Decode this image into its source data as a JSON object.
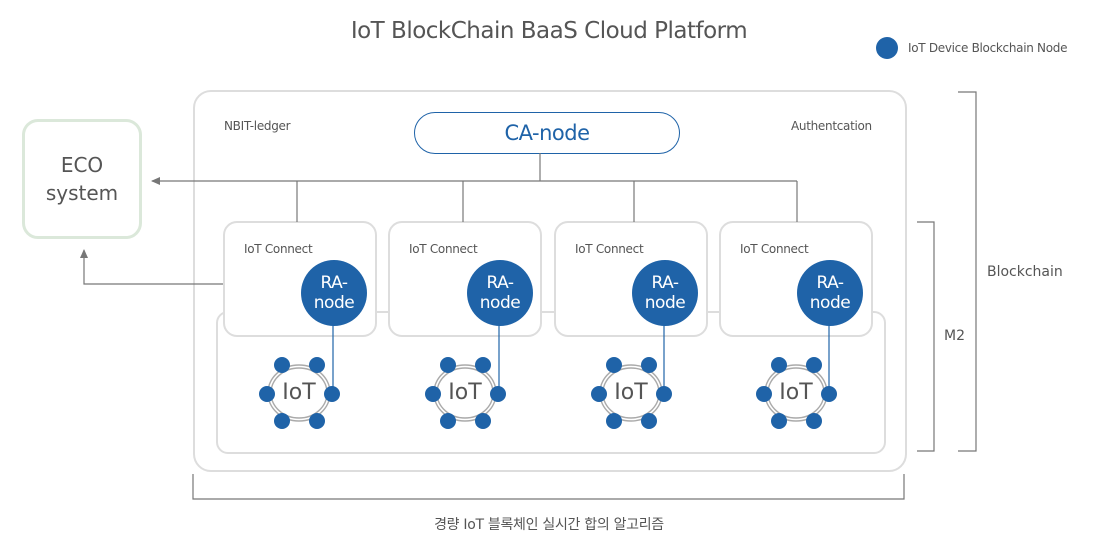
{
  "title": "IoT BlockChain BaaS Cloud Platform",
  "legend": {
    "label": "IoT Device Blockchain Node",
    "color": "#1f63a8"
  },
  "eco": {
    "line1": "ECO",
    "line2": "system"
  },
  "platform": {
    "left_label": "NBIT-ledger",
    "right_label": "Authentcation",
    "ca_node": "CA-node"
  },
  "connects": [
    {
      "label": "IoT Connect",
      "ra_line1": "RA-",
      "ra_line2": "node",
      "iot": "IoT"
    },
    {
      "label": "IoT Connect",
      "ra_line1": "RA-",
      "ra_line2": "node",
      "iot": "IoT"
    },
    {
      "label": "IoT Connect",
      "ra_line1": "RA-",
      "ra_line2": "node",
      "iot": "IoT"
    },
    {
      "label": "IoT Connect",
      "ra_line1": "RA-",
      "ra_line2": "node",
      "iot": "IoT"
    }
  ],
  "brackets": {
    "blockchain": "Blockchain",
    "m2": "M2"
  },
  "bottom_label": "경량 IoT 블록체인 실시간 합의 알고리즘"
}
